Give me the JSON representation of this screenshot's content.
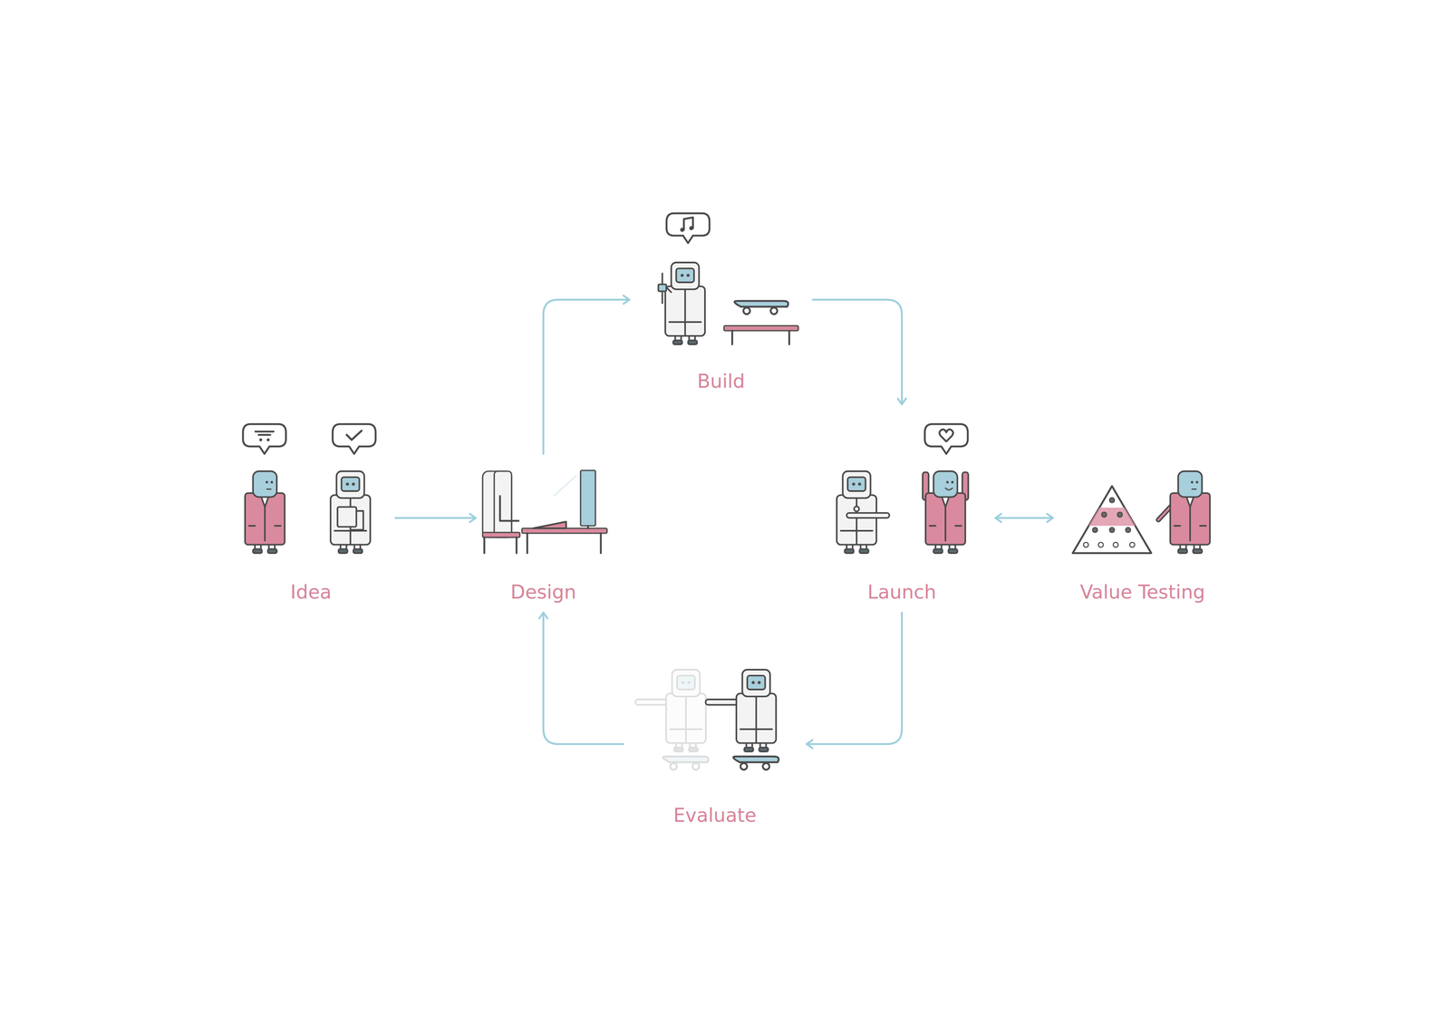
{
  "diagram": {
    "nodes": [
      {
        "text": [
          "Idea"
        ]
      },
      {
        "text": [
          "Design"
        ]
      },
      {
        "text": [
          "Build"
        ]
      },
      {
        "text": [
          "Launch"
        ]
      },
      {
        "text": [
          "Value Testing"
        ]
      },
      {
        "text": [
          "Evaluate"
        ]
      }
    ],
    "edges": [
      {
        "from": 0,
        "to": 1,
        "arrow": "to"
      },
      {
        "from": 1,
        "to": 2,
        "arrow": "to"
      },
      {
        "from": 2,
        "to": 3,
        "arrow": "to"
      },
      {
        "from": 3,
        "to": 5,
        "arrow": "to"
      },
      {
        "from": 5,
        "to": 1,
        "arrow": "to"
      },
      {
        "from": 3,
        "to": 4,
        "arrow": "both"
      }
    ]
  }
}
